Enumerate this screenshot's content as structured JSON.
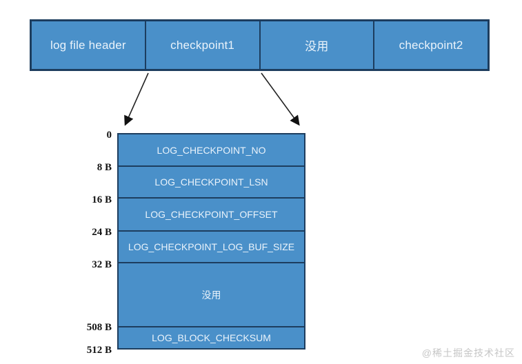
{
  "colors": {
    "block_fill": "#4a90c9",
    "border": "#1d3d5e",
    "cell_text": "#eaf3fb",
    "offset_text": "#141414",
    "watermark": "#c6c6c6"
  },
  "top_bar": {
    "cells": [
      {
        "label": "log file header"
      },
      {
        "label": "checkpoint1"
      },
      {
        "label": "没用"
      },
      {
        "label": "checkpoint2"
      }
    ]
  },
  "checkpoint_block": {
    "rows": [
      {
        "label": "LOG_CHECKPOINT_NO",
        "start": "0",
        "end": "8 B"
      },
      {
        "label": "LOG_CHECKPOINT_LSN",
        "start": "8 B",
        "end": "16 B"
      },
      {
        "label": "LOG_CHECKPOINT_OFFSET",
        "start": "16 B",
        "end": "24 B"
      },
      {
        "label": "LOG_CHECKPOINT_LOG_BUF_SIZE",
        "start": "24 B",
        "end": "32 B"
      },
      {
        "label": "没用",
        "start": "32 B",
        "end": "508 B"
      },
      {
        "label": "LOG_BLOCK_CHECKSUM",
        "start": "508 B",
        "end": "512 B"
      }
    ]
  },
  "offsets": [
    {
      "label": "0"
    },
    {
      "label": "8 B"
    },
    {
      "label": "16 B"
    },
    {
      "label": "24 B"
    },
    {
      "label": "32 B"
    },
    {
      "label": "508 B"
    },
    {
      "label": "512 B"
    }
  ],
  "watermark": "@稀土掘金技术社区"
}
